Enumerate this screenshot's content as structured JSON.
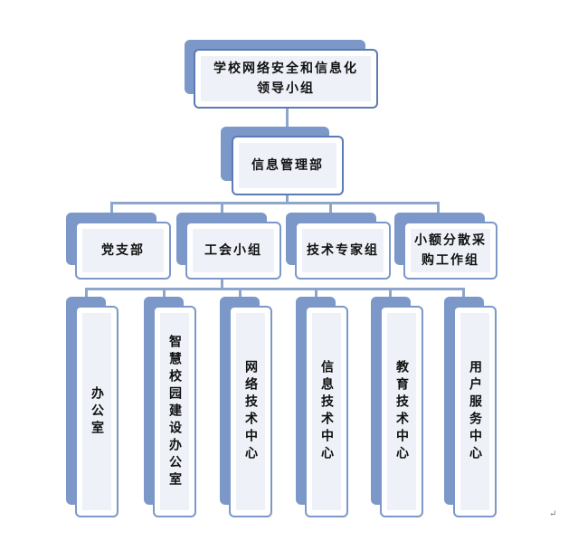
{
  "diagram": {
    "type": "org-chart",
    "root": {
      "label": "学校网络安全和信息化\n领导小组",
      "line1": "学校网络安全和信息化",
      "line2": "领导小组"
    },
    "level1": {
      "label": "信息管理部"
    },
    "level2": [
      {
        "label": "党支部"
      },
      {
        "label": "工会小组"
      },
      {
        "label": "技术专家组"
      },
      {
        "label_line1": "小额分散采",
        "label_line2": "购工作组",
        "label": "小额分散采购工作组"
      }
    ],
    "level3": [
      {
        "label": "办公室"
      },
      {
        "label": "智慧校园建设办公室"
      },
      {
        "label": "网络技术中心"
      },
      {
        "label": "信息技术中心"
      },
      {
        "label": "教育技术中心"
      },
      {
        "label": "用户服务中心"
      }
    ],
    "colors": {
      "box_border": "#7b98c8",
      "box_fill": "#eef1f7",
      "connector": "#8fa6cc"
    },
    "paragraph_mark": "↵"
  }
}
